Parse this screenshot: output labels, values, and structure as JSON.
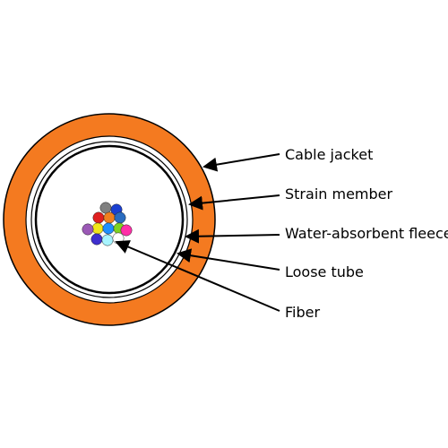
{
  "colors": {
    "jacket": "#f47a20",
    "strain_member": "#ffffff",
    "fleece": "#ffffff",
    "tube_ring": "#000000",
    "leader_lines": "#000000"
  },
  "labels": {
    "cable_jacket": "Cable jacket",
    "strain_member": "Strain member",
    "water_absorbent_fleece": "Water-absorbent fleece",
    "loose_tube": "Loose tube",
    "fiber": "Fiber"
  },
  "fibers": [
    {
      "color": "#808080"
    },
    {
      "color": "#1a3fd1"
    },
    {
      "color": "#e02020"
    },
    {
      "color": "#f08020"
    },
    {
      "color": "#2a6cc0"
    },
    {
      "color": "#f2e51b"
    },
    {
      "color": "#1e90ff"
    },
    {
      "color": "#7ed321"
    },
    {
      "color": "#9b59b6"
    },
    {
      "color": "#ff2fa8"
    },
    {
      "color": "#3f2fcf"
    },
    {
      "color": "#a8f4ff"
    },
    {
      "color": "#ffffff"
    }
  ]
}
